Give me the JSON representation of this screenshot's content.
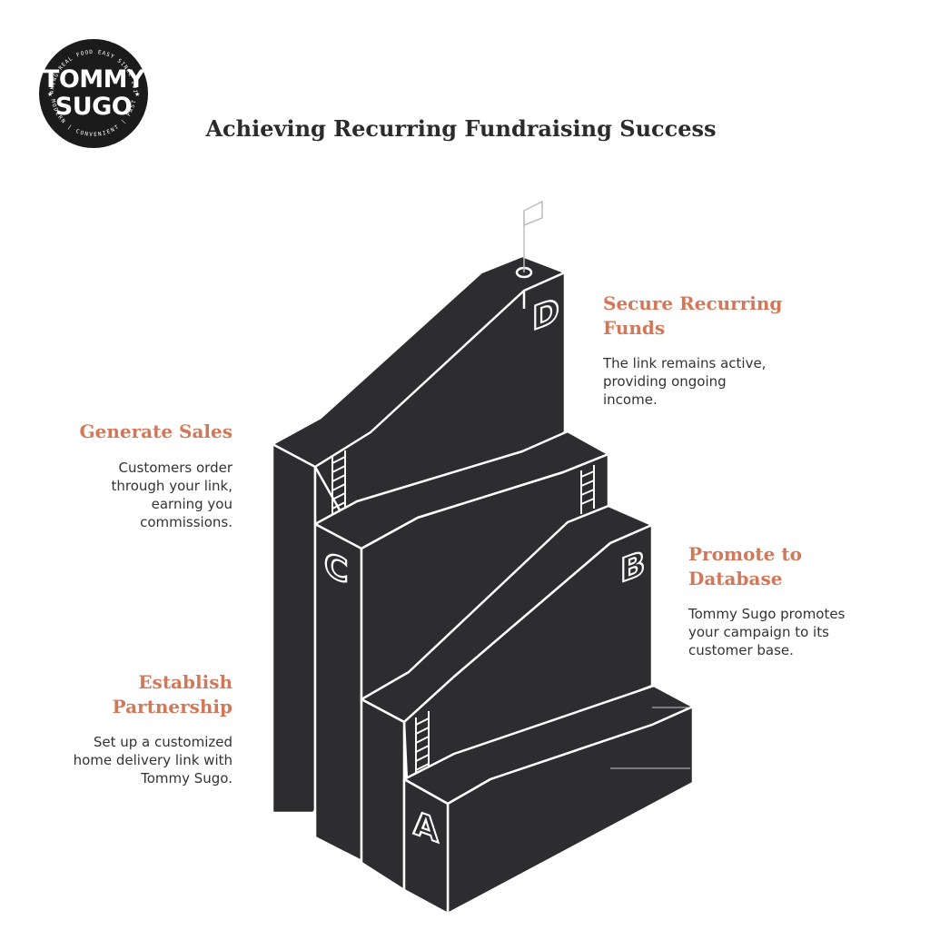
{
  "logo": {
    "line1": "TOMMY",
    "line2": "SUGO",
    "ring_top": "MAKING REAL FOOD EASY SINCE 2014",
    "ring_bottom": "MODERN | CONVENIENT | FAST"
  },
  "title": "Achieving Recurring Fundraising Success",
  "steps": [
    {
      "letter": "A",
      "title": "Establish Partnership",
      "title_lines": [
        "Establish",
        "Partnership"
      ],
      "description": [
        "Set up a customized",
        "home delivery link with",
        "Tommy Sugo."
      ]
    },
    {
      "letter": "B",
      "title": "Promote to Database",
      "title_lines": [
        "Promote to",
        "Database"
      ],
      "description": [
        "Tommy Sugo promotes",
        "your campaign to its",
        "customer base."
      ]
    },
    {
      "letter": "C",
      "title": "Generate Sales",
      "title_lines": [
        "Generate Sales"
      ],
      "description": [
        "Customers order",
        "through your link,",
        "earning you",
        "commissions."
      ]
    },
    {
      "letter": "D",
      "title": "Secure Recurring Funds",
      "title_lines": [
        "Secure Recurring",
        "Funds"
      ],
      "description": [
        "The link remains active,",
        "providing ongoing",
        "income."
      ]
    }
  ],
  "colors": {
    "accent": "#d2785a",
    "block": "#2d2d2f",
    "text": "#333333",
    "title": "#2b2b2b"
  }
}
